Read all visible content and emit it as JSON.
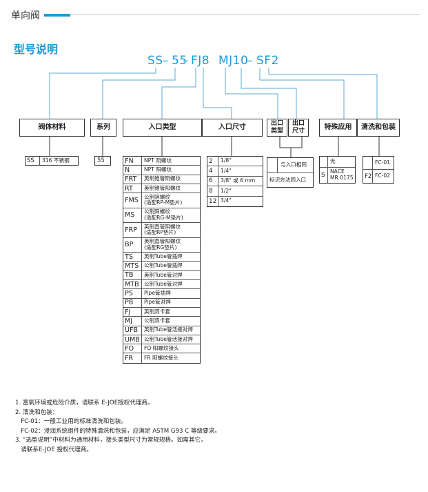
{
  "header": {
    "title": "单向阀"
  },
  "section_title": "型号说明",
  "model_code": {
    "ss": "SS",
    "d1": "–",
    "s55": "55",
    "d2": "–",
    "fj8": "FJ8",
    "mj10": "MJ10",
    "d3": "–",
    "sf2": "SF2"
  },
  "headers": {
    "body_material": "阀体材料",
    "series": "系列",
    "inlet_type": "入口类型",
    "inlet_size": "入口尺寸",
    "outlet_type": "出口\n类型",
    "outlet_size": "出口\n尺寸",
    "special": "特殊应用",
    "cleaning": "清洗和包装"
  },
  "material": {
    "code": "SS",
    "desc": "316 不锈钢"
  },
  "series_value": "55",
  "inlet_types": [
    {
      "code": "FN",
      "desc": "NPT 阴螺纹"
    },
    {
      "code": "N",
      "desc": "NPT 阳螺纹"
    },
    {
      "code": "FRT",
      "desc": "英制锥管阴螺纹"
    },
    {
      "code": "RT",
      "desc": "英制锥管阳螺纹"
    },
    {
      "code": "FMS",
      "desc": "公制阴螺纹\n(适配RP-M垫片)"
    },
    {
      "code": "MS",
      "desc": "公制阳螺纹\n(适配RG-M垫片)"
    },
    {
      "code": "FRP",
      "desc": "英制直管阴螺纹\n(适配RP垫片)"
    },
    {
      "code": "BP",
      "desc": "英制直管阳螺纹\n(适配RG垫片)"
    },
    {
      "code": "TS",
      "desc": "英制Tube管插焊"
    },
    {
      "code": "MTS",
      "desc": "公制Tube管插焊"
    },
    {
      "code": "TB",
      "desc": "英制Tube管对焊"
    },
    {
      "code": "MTB",
      "desc": "公制Tube管对焊"
    },
    {
      "code": "PS",
      "desc": "Pipe管插焊"
    },
    {
      "code": "PB",
      "desc": "Pipe管对焊"
    },
    {
      "code": "FJ",
      "desc": "英制双卡套"
    },
    {
      "code": "MJ",
      "desc": "公制双卡套"
    },
    {
      "code": "UFB",
      "desc": "英制Tube管活接对焊"
    },
    {
      "code": "UMB",
      "desc": "公制Tube管活接对焊"
    },
    {
      "code": "FO",
      "desc": "FO 阳螺纹接头"
    },
    {
      "code": "FR",
      "desc": "FR 阳螺纹接头"
    }
  ],
  "inlet_sizes": [
    {
      "code": "2",
      "desc": "1/8\""
    },
    {
      "code": "4",
      "desc": "1/4\""
    },
    {
      "code": "6",
      "desc": "3/8\" 或 6 mm"
    },
    {
      "code": "8",
      "desc": "1/2\""
    },
    {
      "code": "12",
      "desc": "3/4\""
    }
  ],
  "outlet": {
    "same": "与入口相同",
    "method": "标识方法同入口"
  },
  "special_options": [
    {
      "code": "",
      "desc": "无"
    },
    {
      "code": "S",
      "desc": "NACE\nMR 0175"
    }
  ],
  "cleaning_options": [
    {
      "code": "",
      "desc": "FC-01"
    },
    {
      "code": "F2",
      "desc": "FC-02"
    }
  ],
  "notes": [
    "1. 富氧环境或危险介质，请联系 E-JOE授权代理商。",
    "2. 清洗和包装：",
    "   FC-01：一般工业用的标准清洗和包装。",
    "   FC-02：浸润系统组件的特殊清洗和包装，应满足 ASTM G93 C 等级要求。",
    "3. “选型说明”中材料为通用材料，接头类型尺寸为常规规格。如需其它，",
    "   请联系E-JOE 授权代理商。"
  ],
  "colors": {
    "accent": "#1e9ad6",
    "line": "#5aa9d6"
  }
}
